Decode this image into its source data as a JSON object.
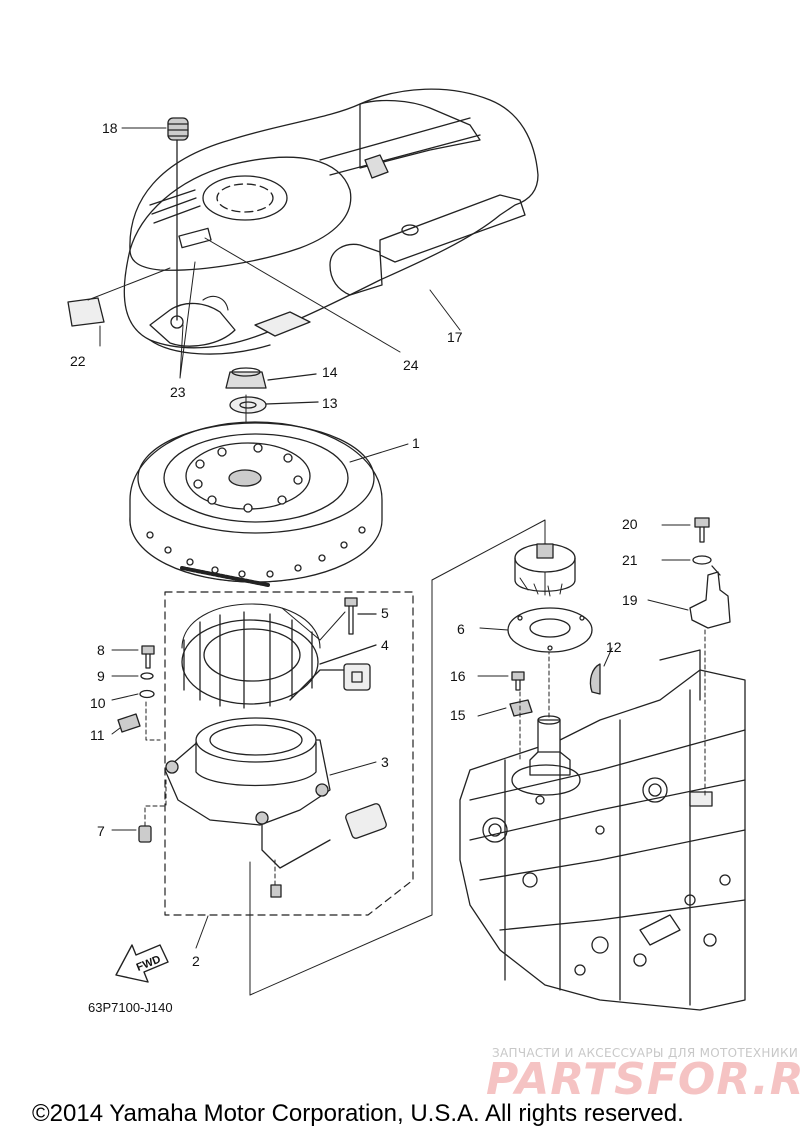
{
  "diagram": {
    "code": "63P7100-J140",
    "fwd_label": "FWD",
    "copyright": "©2014 Yamaha Motor Corporation, U.S.A. All rights reserved.",
    "watermark": {
      "subtitle": "ЗАПЧАСТИ И АКСЕССУАРЫ ДЛЯ МОТОТЕХНИКИ",
      "logo": "PARTSFOR.RU"
    }
  },
  "callouts": {
    "c1": "1",
    "c2": "2",
    "c3": "3",
    "c4": "4",
    "c5": "5",
    "c6": "6",
    "c7": "7",
    "c8": "8",
    "c9": "9",
    "c10": "10",
    "c11": "11",
    "c12": "12",
    "c13": "13",
    "c14": "14",
    "c15": "15",
    "c16": "16",
    "c17": "17",
    "c18": "18",
    "c19": "19",
    "c20": "20",
    "c21": "21",
    "c22": "22",
    "c23": "23",
    "c24": "24"
  }
}
